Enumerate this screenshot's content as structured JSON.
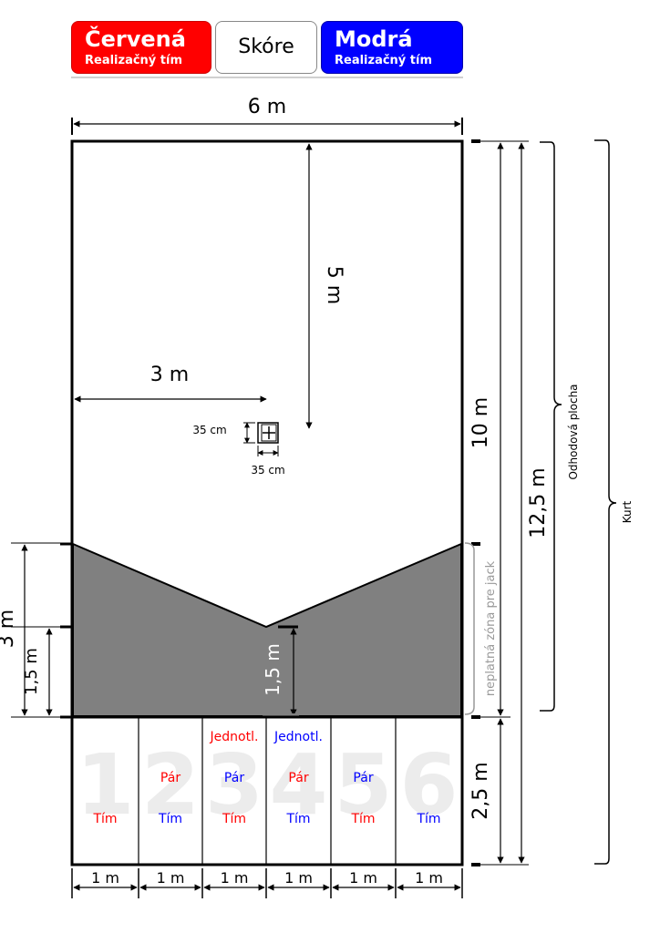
{
  "scoreboard": {
    "red": {
      "name": "Červená",
      "sub": "Realizačný tím",
      "color": "#ff0000"
    },
    "score": {
      "label": "Skóre"
    },
    "blue": {
      "name": "Modrá",
      "sub": "Realizačný tím",
      "color": "#0000ff"
    }
  },
  "dimensions": {
    "width_top": "6 m",
    "depth_to_center": "5 m",
    "half_width": "3 m",
    "target_width": "35 cm",
    "target_height": "35 cm",
    "play_length": "10 m",
    "throwing_area_length": "12,5 m",
    "throwing_area_label": "Odhodová plocha",
    "court_label": "Kurt",
    "zone_depth_outer": "3 m",
    "zone_depth_inner_left": "1,5 m",
    "zone_depth_inner_center": "1,5 m",
    "invalid_zone_label": "neplatná zóna pre jack",
    "lane_length": "2,5 m",
    "lane_width": "1 m"
  },
  "lanes": [
    {
      "number": "1",
      "lines": [
        {
          "text": "Tím",
          "color": "#ff0000"
        }
      ]
    },
    {
      "number": "2",
      "lines": [
        {
          "text": "Pár",
          "color": "#ff0000"
        },
        {
          "text": "Tím",
          "color": "#0000ff"
        }
      ]
    },
    {
      "number": "3",
      "lines": [
        {
          "text": "Jednotl.",
          "color": "#ff0000"
        },
        {
          "text": "Pár",
          "color": "#0000ff"
        },
        {
          "text": "Tím",
          "color": "#ff0000"
        }
      ]
    },
    {
      "number": "4",
      "lines": [
        {
          "text": "Jednotl.",
          "color": "#0000ff"
        },
        {
          "text": "Pár",
          "color": "#ff0000"
        },
        {
          "text": "Tím",
          "color": "#0000ff"
        }
      ]
    },
    {
      "number": "5",
      "lines": [
        {
          "text": "Pár",
          "color": "#0000ff"
        },
        {
          "text": "Tím",
          "color": "#ff0000"
        }
      ]
    },
    {
      "number": "6",
      "lines": [
        {
          "text": "Tím",
          "color": "#0000ff"
        }
      ]
    }
  ]
}
